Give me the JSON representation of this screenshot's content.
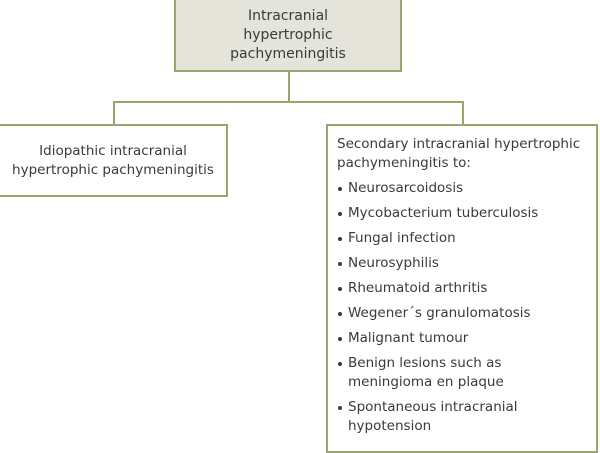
{
  "diagram": {
    "root": {
      "label": "Intracranial hypertrophic pachymeningitis"
    },
    "left": {
      "label": "Idiopathic intracranial hypertrophic pachymeningitis"
    },
    "right": {
      "heading": "Secondary intracranial hypertrophic pachymeningitis to:",
      "items": [
        "Neurosarcoidosis",
        "Mycobacterium tuberculosis",
        "Fungal infection",
        "Neurosyphilis",
        "Rheumatoid arthritis",
        "Wegener´s granulomatosis",
        "Malignant tumour",
        "Benign lesions such as meningioma en plaque",
        "Spontaneous intracranial hypotension"
      ]
    },
    "colors": {
      "border": "#9ca36c",
      "root_fill": "#e4e4da",
      "text": "#3a3a3a"
    }
  }
}
